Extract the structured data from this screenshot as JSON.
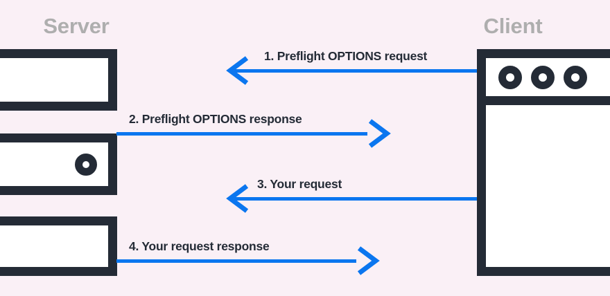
{
  "diagram": {
    "type": "sequence-diagram",
    "background_color": "#faf0f6",
    "accent_color": "#0b76ef",
    "ink_color": "#242b36",
    "heading_color": "#aeaeae",
    "columns": {
      "left_title": "Server",
      "right_title": "Client"
    },
    "server": {
      "units": [
        {
          "name": "rack-unit-1",
          "has_led": false
        },
        {
          "name": "rack-unit-2",
          "has_led": true
        },
        {
          "name": "rack-unit-3",
          "has_led": false
        }
      ]
    },
    "client": {
      "window_dots": [
        "dot-1",
        "dot-2",
        "dot-3"
      ]
    },
    "messages": [
      {
        "number": "1.",
        "label": "1. Preflight OPTIONS request",
        "direction": "client-to-server",
        "arrow": "left"
      },
      {
        "number": "2.",
        "label": "2. Preflight OPTIONS response",
        "direction": "server-to-client",
        "arrow": "right"
      },
      {
        "number": "3.",
        "label": "3. Your request",
        "direction": "client-to-server",
        "arrow": "left"
      },
      {
        "number": "4.",
        "label": "4. Your request response",
        "direction": "server-to-client",
        "arrow": "right"
      }
    ]
  }
}
